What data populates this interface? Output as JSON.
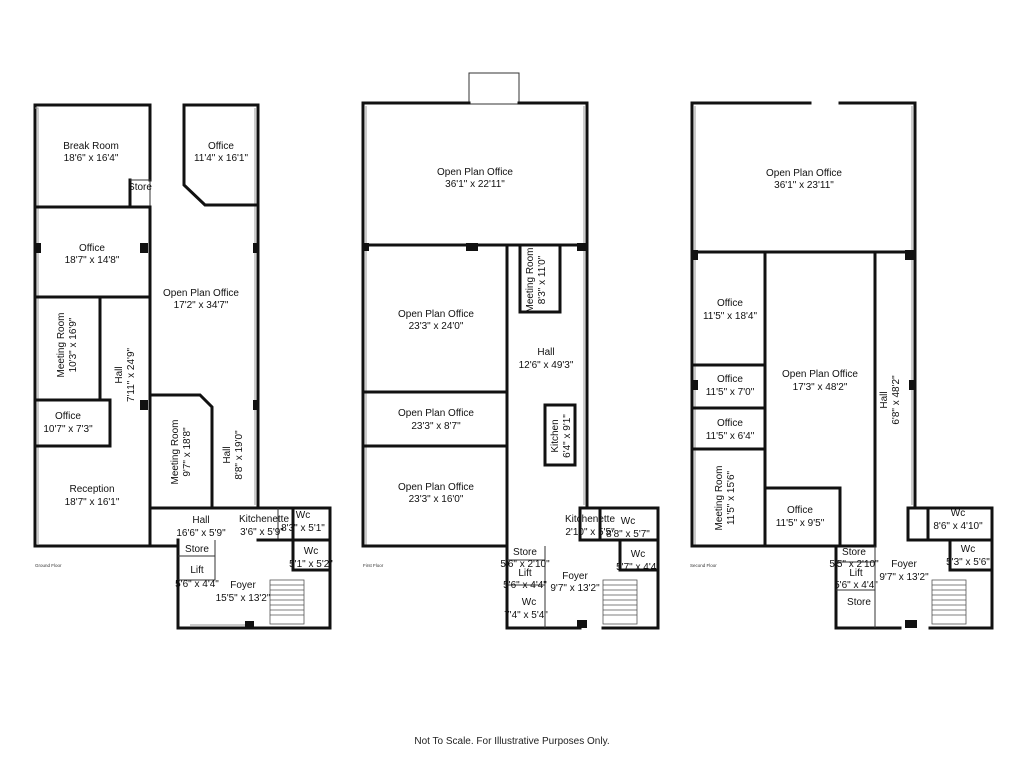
{
  "floors": [
    {
      "label": "Ground Floor",
      "rooms": [
        {
          "name": "Break Room",
          "dims": "18'6\" x 16'4\""
        },
        {
          "name": "Office",
          "dims": "11'4\" x 16'1\""
        },
        {
          "name": "Store",
          "dims": ""
        },
        {
          "name": "Office",
          "dims": "18'7\" x 14'8\""
        },
        {
          "name": "Open Plan Office",
          "dims": "17'2\" x 34'7\""
        },
        {
          "name": "Meeting Room",
          "dims": "10'3\" x 16'9\""
        },
        {
          "name": "Hall",
          "dims": "7'11\" x 24'9\""
        },
        {
          "name": "Office",
          "dims": "10'7\" x 7'3\""
        },
        {
          "name": "Meeting Room",
          "dims": "9'7\" x 18'8\""
        },
        {
          "name": "Hall",
          "dims": "8'8\" x 19'0\""
        },
        {
          "name": "Reception",
          "dims": "18'7\" x 16'1\""
        },
        {
          "name": "Hall",
          "dims": "16'6\" x 5'9\""
        },
        {
          "name": "Kitchenette",
          "dims": "3'6\" x 5'9\""
        },
        {
          "name": "Wc",
          "dims": "8'3\" x 5'1\""
        },
        {
          "name": "Store",
          "dims": ""
        },
        {
          "name": "Wc",
          "dims": "5'1\" x 5'2\""
        },
        {
          "name": "Lift",
          "dims": "5'6\" x 4'4\""
        },
        {
          "name": "Foyer",
          "dims": "15'5\" x 13'2\""
        }
      ]
    },
    {
      "label": "First Floor",
      "rooms": [
        {
          "name": "Open Plan Office",
          "dims": "36'1\" x 22'11\""
        },
        {
          "name": "Meeting Room",
          "dims": "8'3\" x 11'0\""
        },
        {
          "name": "Open Plan Office",
          "dims": "23'3\" x 24'0\""
        },
        {
          "name": "Hall",
          "dims": "12'6\" x 49'3\""
        },
        {
          "name": "Open Plan Office",
          "dims": "23'3\" x 8'7\""
        },
        {
          "name": "Kitchen",
          "dims": "6'4\" x 9'1\""
        },
        {
          "name": "Open Plan Office",
          "dims": "23'3\" x 16'0\""
        },
        {
          "name": "Kitchenette",
          "dims": "2'10\" x 5'5\""
        },
        {
          "name": "Wc",
          "dims": "8'8\" x 5'7\""
        },
        {
          "name": "Store",
          "dims": "5'6\" x 2'10\""
        },
        {
          "name": "Wc",
          "dims": "5'7\" x 4'4\""
        },
        {
          "name": "Lift",
          "dims": "5'6\" x 4'4\""
        },
        {
          "name": "Foyer",
          "dims": "9'7\" x 13'2\""
        },
        {
          "name": "Wc",
          "dims": "7'4\" x 5'4\""
        }
      ]
    },
    {
      "label": "Second Floor",
      "rooms": [
        {
          "name": "Open Plan Office",
          "dims": "36'1\" x 23'11\""
        },
        {
          "name": "Office",
          "dims": "11'5\" x 18'4\""
        },
        {
          "name": "Office",
          "dims": "11'5\" x 7'0\""
        },
        {
          "name": "Open Plan Office",
          "dims": "17'3\" x 48'2\""
        },
        {
          "name": "Hall",
          "dims": "6'8\" x 48'2\""
        },
        {
          "name": "Office",
          "dims": "11'5\" x 6'4\""
        },
        {
          "name": "Meeting Room",
          "dims": "11'5\" x 15'6\""
        },
        {
          "name": "Office",
          "dims": "11'5\" x 9'5\""
        },
        {
          "name": "Wc",
          "dims": "8'6\" x 4'10\""
        },
        {
          "name": "Store",
          "dims": "5'5\" x 2'10\""
        },
        {
          "name": "Wc",
          "dims": "5'3\" x 5'6\""
        },
        {
          "name": "Lift",
          "dims": "5'6\" x 4'4\""
        },
        {
          "name": "Foyer",
          "dims": "9'7\" x 13'2\""
        },
        {
          "name": "Store",
          "dims": ""
        }
      ]
    }
  ],
  "footer": "Not To Scale. For Illustrative Purposes Only."
}
